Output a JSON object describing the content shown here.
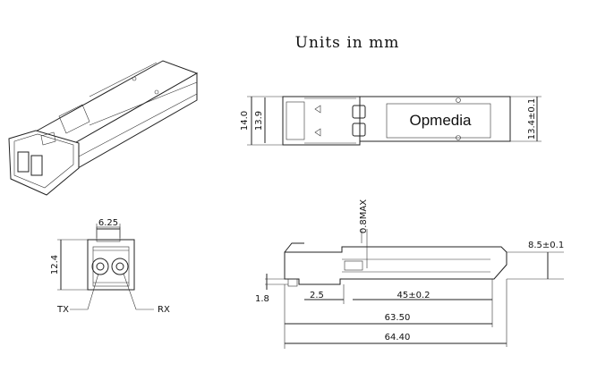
{
  "title": "Units in mm",
  "brand": "Opmedia",
  "dimensions": {
    "height_outer": "14.0",
    "height_inner": "13.9",
    "height_right": "13.4±0.1",
    "connector_pitch": "6.25",
    "front_height": "12.4",
    "tx": "TX",
    "rx": "RX",
    "latch_max": "0.8MAX",
    "side_height": "8.5±0.1",
    "bottom_offset": "1.8",
    "front_offset": "2.5",
    "body_length": "45±0.2",
    "length_1": "63.50",
    "length_2": "64.40"
  }
}
